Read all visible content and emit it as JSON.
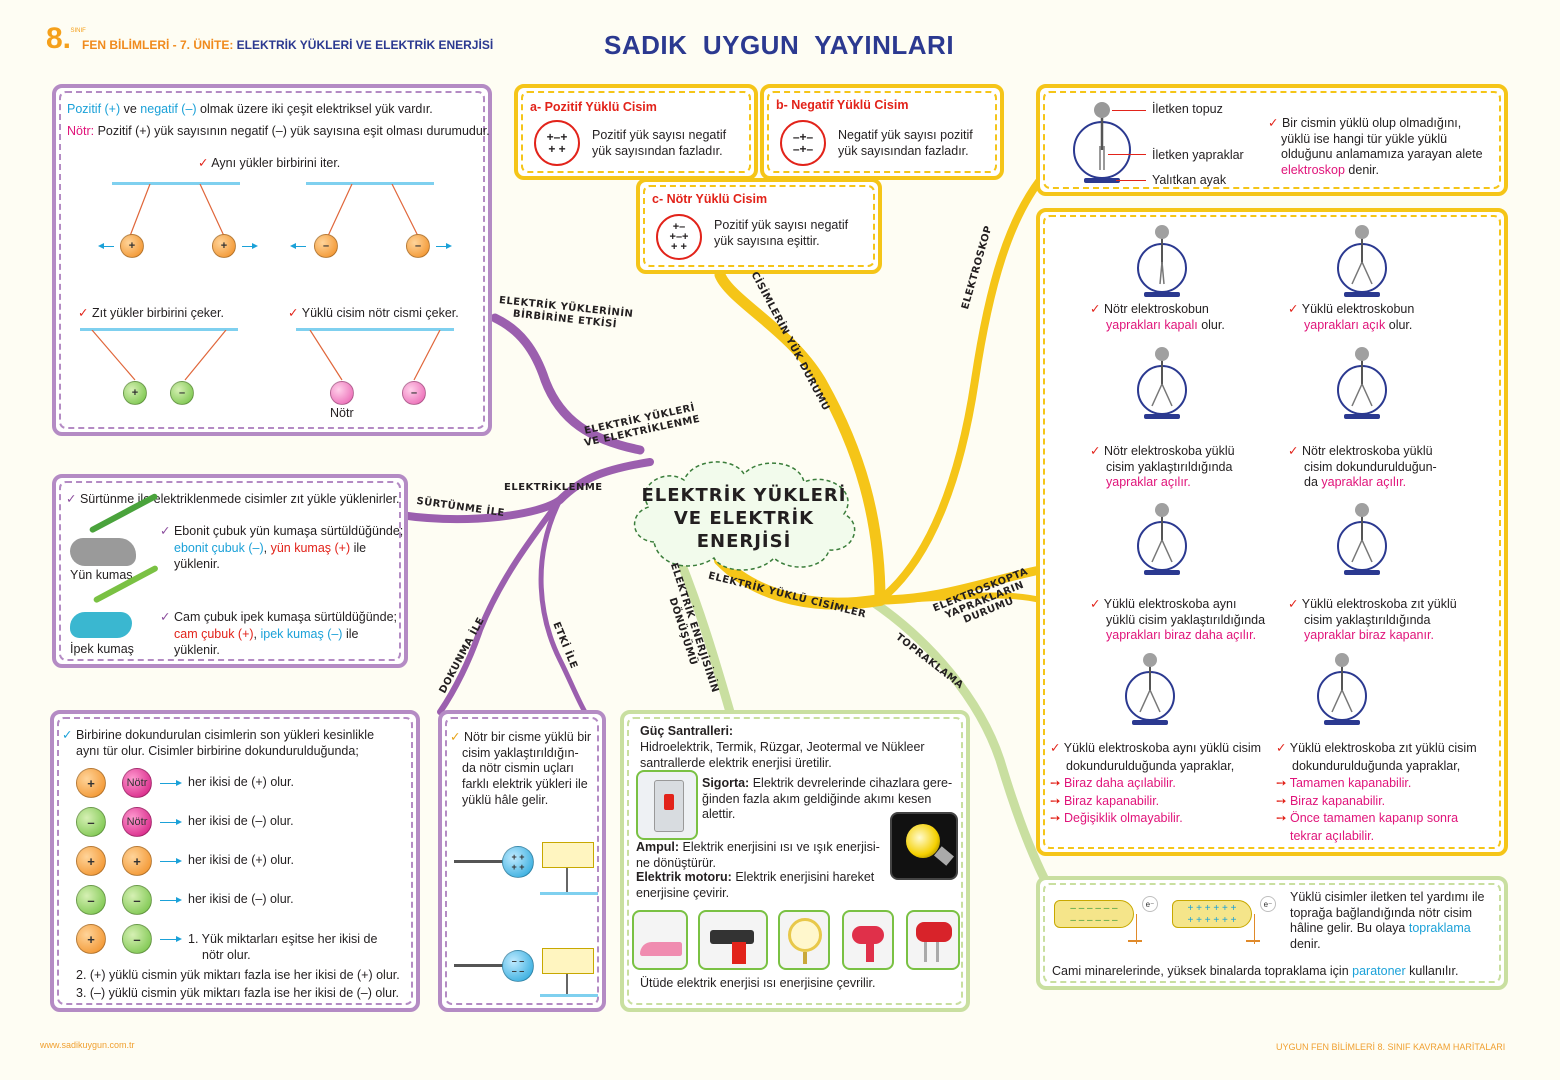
{
  "header": {
    "grade_num": "8.",
    "grade_sub": "SINIF",
    "left_a": "FEN BİLİMLERİ - 7. ÜNİTE: ",
    "left_b": "ELEKTRİK YÜKLERİ VE ELEKTRİK ENERJİSİ",
    "publisher": "SADIK  UYGUN  YAYINLARI"
  },
  "footer": {
    "left": "www.sadikuygun.com.tr",
    "right": "UYGUN FEN BİLİMLERİ 8. SINIF KAVRAM HARİTALARI"
  },
  "center": {
    "l1": "ELEKTRİK YÜKLERİ",
    "l2": "VE ELEKTRİK",
    "l3": "ENERJİSİ"
  },
  "branches": {
    "etkisi1": "ELEKTRİK YÜKLERİNİN",
    "etkisi2": "BİRBİRİNE ETKİSİ",
    "elektriklenme_main1": "ELEKTRİK YÜKLERİ",
    "elektriklenme_main2": "VE ELEKTRİKLENME",
    "elektriklenme": "ELEKTRİKLENME",
    "surtunme": "SÜRTÜNME İLE",
    "dokunma": "DOKUNMA İLE",
    "etki": "ETKİ İLE",
    "donusum1": "ELEKTRİK ENERJİSİNİN",
    "donusum2": "DÖNÜŞÜMÜ",
    "yuklu": "ELEKTRİK YÜKLÜ CİSİMLER",
    "yuk_durumu": "CİSİMLERİN YÜK DURUMU",
    "elektroskop": "ELEKTROSKOP",
    "yapraklar1": "ELEKTROSKOPTA",
    "yapraklar2": "YAPRAKLARIN",
    "yapraklar3": "DURUMU",
    "topraklama": "TOPRAKLAMA"
  },
  "box1": {
    "l1a": "Pozitif (+)",
    "l1b": " ve ",
    "l1c": "negatif (–)",
    "l1d": " olmak üzere iki çeşit elektriksel yük vardır.",
    "l2a": "Nötr:",
    "l2b": " Pozitif (+) yük sayısının negatif (–) yük sayısına eşit olması durumudur.",
    "same": "Aynı yükler birbirini iter.",
    "opposite": "Zıt yükler birbirini çeker.",
    "neutral": "Yüklü cisim nötr cismi çeker.",
    "notr_label": "Nötr",
    "plus": "+",
    "minus": "–"
  },
  "box2": {
    "l1": "Sürtünme ile elektriklenmede cisimler zıt yükle yüklenirler.",
    "l2": "Ebonit çubuk yün kumaşa sürtüldüğünde;",
    "l3a": "ebonit çubuk (–)",
    "l3b": ", ",
    "l3c": "yün kumaş (+)",
    "l3d": " ile yüklenir.",
    "yun": "Yün kumaş",
    "l4": "Cam çubuk ipek kumaşa sürtüldüğünde;",
    "l5a": "cam çubuk (+)",
    "l5b": ", ",
    "l5c": "ipek kumaş (–)",
    "l5d": " ile yüklenir.",
    "ipek": "İpek kumaş"
  },
  "box3": {
    "intro1": "Birbirine dokundurulan cisimlerin son yükleri kesinlikle",
    "intro2": "aynı tür olur. Cisimler birbirine dokundurulduğunda;",
    "r1": "her ikisi de (+) olur.",
    "r2": "her ikisi de (–) olur.",
    "r3": "her ikisi de (+) olur.",
    "r4": "her ikisi de (–) olur.",
    "r5a": "1. Yük miktarları eşitse her ikisi de",
    "r5b": "nötr olur.",
    "r6": "2. (+) yüklü cismin yük miktarı fazla ise her ikisi de (+) olur.",
    "r7": "3. (–) yüklü cismin yük miktarı fazla ise her ikisi de (–) olur.",
    "notr": "Nötr",
    "plus": "+",
    "minus": "–"
  },
  "box4": {
    "t1": "Nötr bir cisme yüklü bir",
    "t2": "cisim yaklaştırıldığın-",
    "t3": "da nötr cismin uçları",
    "t4": "farklı elektrik yükleri ile",
    "t5": "yüklü hâle gelir."
  },
  "charge_a": {
    "title": "a- Pozitif Yüklü Cisim",
    "t1": "Pozitif yük sayısı negatif",
    "t2": "yük sayısından fazladır."
  },
  "charge_b": {
    "title": "b- Negatif Yüklü Cisim",
    "t1": "Negatif yük sayısı pozitif",
    "t2": "yük sayısından fazladır."
  },
  "charge_c": {
    "title": "c- Nötr Yüklü Cisim",
    "t1": "Pozitif yük sayısı negatif",
    "t2": "yük sayısına eşittir."
  },
  "escope_box": {
    "topuz": "İletken topuz",
    "yapraklar": "İletken yapraklar",
    "ayak": "Yalıtkan ayak",
    "t1": "Bir cismin yüklü olup olmadığını,",
    "t2": "yüklü ise hangi tür yükle yüklü",
    "t3": "olduğunu anlamamıza yarayan alete",
    "t4a": "elektroskop",
    "t4b": " denir."
  },
  "leaves": {
    "c1a": "Nötr elektroskobun",
    "c1b": "yaprakları kapalı",
    "c1c": " olur.",
    "c2a": "Yüklü elektroskobun",
    "c2b": "yaprakları açık",
    "c2c": " olur.",
    "c3a": "Nötr elektroskoba yüklü",
    "c3b": "cisim yaklaştırıldığında",
    "c3c": "yapraklar açılır.",
    "c4a": "Nötr elektroskoba yüklü",
    "c4b": "cisim dokundurulduğun-",
    "c4c": "da ",
    "c4d": "yapraklar açılır.",
    "c5a": "Yüklü elektroskoba aynı",
    "c5b": "yüklü cisim yaklaştırıldığında",
    "c5c": "yaprakları biraz daha açılır.",
    "c6a": "Yüklü elektroskoba zıt yüklü",
    "c6b": "cisim yaklaştırıldığında",
    "c6c": "yapraklar biraz kapanır.",
    "c7a": "Yüklü elektroskoba aynı yüklü cisim",
    "c7b": "dokundurulduğunda yapraklar,",
    "c7c": "Biraz daha açılabilir.",
    "c7d": "Biraz kapanabilir.",
    "c7e": "Değişiklik olmayabilir.",
    "c8a": "Yüklü elektroskoba zıt yüklü cisim",
    "c8b": "dokundurulduğunda yapraklar,",
    "c8c": "Tamamen kapanabilir.",
    "c8d": "Biraz kapanabilir.",
    "c8e": "Önce tamamen kapanıp sonra",
    "c8f": "tekrar açılabilir."
  },
  "energy": {
    "title": "Güç Santralleri:",
    "l1": "Hidroelektrik, Termik, Rüzgar, Jeotermal ve Nükleer",
    "l2": "santrallerde elektrik enerjisi üretilir.",
    "sig_b": "Sigorta:",
    "sig1": " Elektrik devrelerinde cihazlara gere-",
    "sig2": "ğinden fazla akım geldiğinde akımı kesen",
    "sig3": "alettir.",
    "amp_b": "Ampul:",
    "amp1": " Elektrik enerjisini ısı ve ışık enerjisi-",
    "amp2": "ne dönüştürür.",
    "mot_b": "Elektrik motoru:",
    "mot1": " Elektrik enerjisini hareket",
    "mot2": "enerjisine çevirir.",
    "utu": "Ütüde elektrik enerjisi ısı enerjisine çevrilir."
  },
  "ground": {
    "t1": "Yüklü cisimler iletken tel yardımı ile",
    "t2": "toprağa bağlandığında nötr cisim",
    "t3a": "hâline gelir. Bu olaya ",
    "t3b": "topraklama",
    "t4": "denir.",
    "t5a": "Cami minarelerinde, yüksek binalarda topraklama için ",
    "t5b": "paratoner",
    "t5c": " kullanılır.",
    "e": "e⁻"
  },
  "colors": {
    "purple": "#b48bc4",
    "yellow": "#f5c518",
    "green": "#c9dfa0",
    "cyan": "#1ba1d8",
    "magenta": "#e0147a",
    "red": "#e2231a",
    "navy": "#2b3990"
  }
}
